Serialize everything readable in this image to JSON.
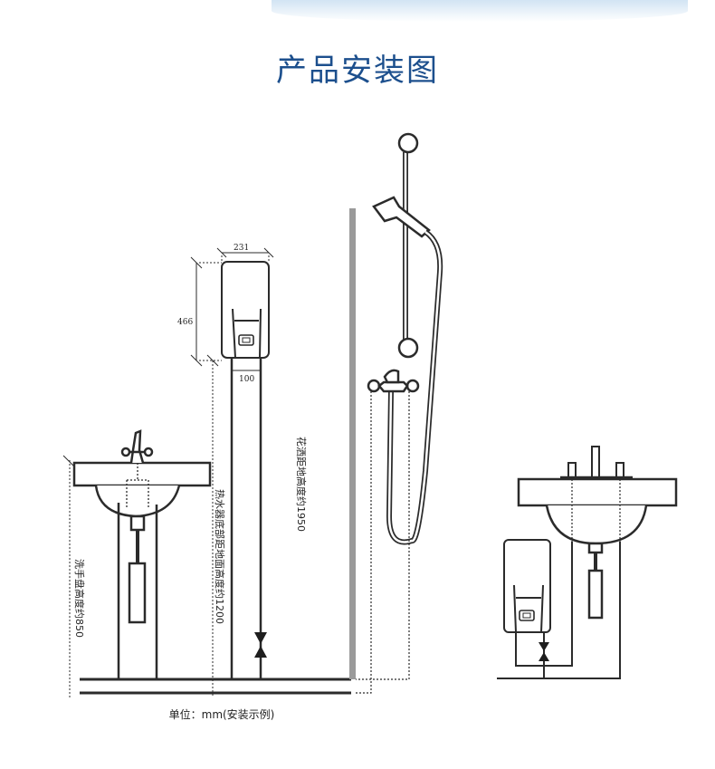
{
  "title": "产品安装图",
  "dimensions": {
    "heater_width": "231",
    "heater_height": "466",
    "pipe_spacing": "100"
  },
  "labels": {
    "shower_height": "花洒距地高度约1950",
    "heater_height": "热水器底部距地面高度约1200",
    "basin_height": "洗手盘高度约850"
  },
  "units_note": "单位：mm(安装示例)",
  "colors": {
    "title": "#1c4f8d",
    "line": "#2b2b2b",
    "wall": "#9a9a9a"
  }
}
